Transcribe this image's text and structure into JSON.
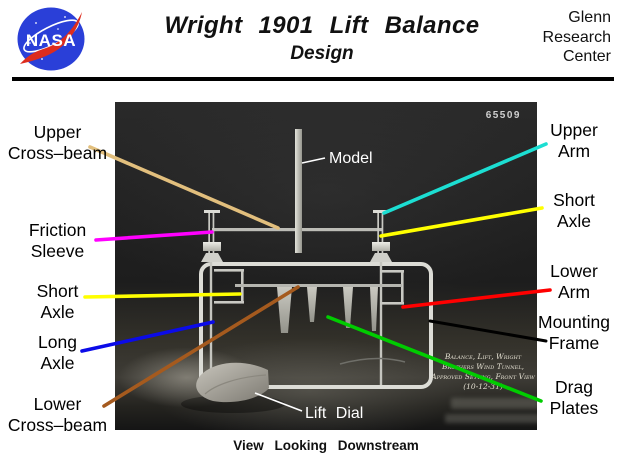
{
  "header": {
    "logo_text": "NASA",
    "title": "Wright 1901 Lift Balance",
    "subtitle": "Design",
    "agency": "Glenn\nResearch\nCenter"
  },
  "photo": {
    "number": "65509",
    "model_label": "Model",
    "lift_dial_label": "Lift Dial",
    "handwriting": [
      "Balance, Lift, Wright",
      "Brothers Wind Tunnel,",
      "Approved Setting, Front View",
      "(10-12-31)"
    ]
  },
  "labels": {
    "left": [
      {
        "text": "Upper\nCross–beam"
      },
      {
        "text": "Friction\nSleeve"
      },
      {
        "text": "Short\nAxle"
      },
      {
        "text": "Long\nAxle"
      },
      {
        "text": "Lower\nCross–beam"
      }
    ],
    "right": [
      {
        "text": "Upper\nArm"
      },
      {
        "text": "Short\nAxle"
      },
      {
        "text": "Lower\nArm"
      },
      {
        "text": "Mounting\nFrame"
      },
      {
        "text": "Drag\nPlates"
      }
    ]
  },
  "caption": "View Looking Downstream",
  "colors": {
    "upper_cross_beam": "#E2BF7D",
    "friction_sleeve": "#FF00FF",
    "short_axle": "#FFFF00",
    "long_axle": "#0B0BE8",
    "lower_cross_beam": "#A55A1E",
    "upper_arm": "#1CDED2",
    "lower_arm": "#FF0000",
    "mounting_frame": "#000000",
    "drag_plates": "#00CC00",
    "nasa_blue": "#2A3FD8",
    "nasa_red": "#DD2C1E"
  }
}
